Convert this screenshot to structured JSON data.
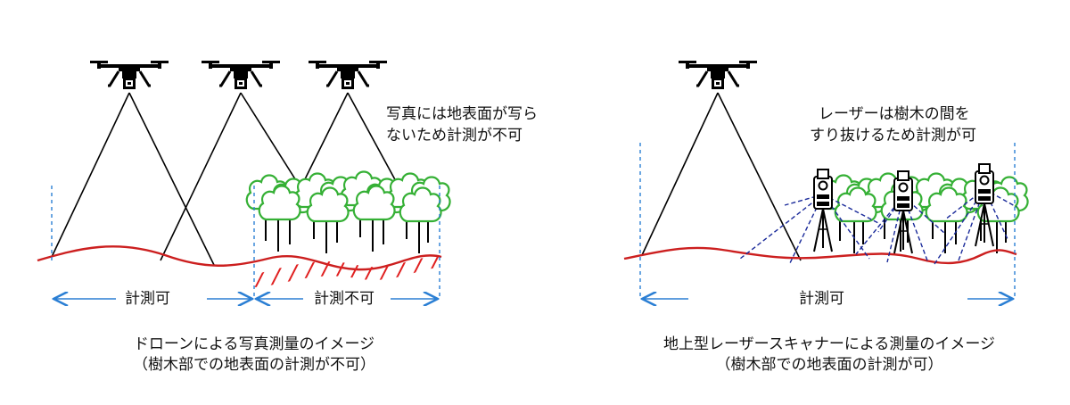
{
  "colors": {
    "ground": "#cc1f1f",
    "hatch": "#e02020",
    "tree_outline": "#35b035",
    "dashed_guide": "#2b7fd4",
    "arrow": "#2b7fd4",
    "laser": "#1a2a9a",
    "line": "#000000"
  },
  "left_panel": {
    "drone_count": 3,
    "note_line1": "写真には地表面が写ら",
    "note_line2": "ないため計測が不可",
    "segment_ok": "計測可",
    "segment_ng": "計測不可",
    "caption_line1": "ドローンによる写真測量のイメージ",
    "caption_line2": "（樹木部での地表面の計測が不可）"
  },
  "right_panel": {
    "drone_count": 1,
    "scanner_count": 3,
    "note_line1": "レーザーは樹木の間を",
    "note_line2": "すり抜けるため計測が可",
    "segment_ok": "計測可",
    "caption_line1": "地上型レーザースキャナーによる測量のイメージ",
    "caption_line2": "（樹木部での地表面の計測が可）"
  },
  "icons": [
    "drone-icon",
    "tree-icon",
    "laser-scanner-icon",
    "arrow-icon"
  ]
}
